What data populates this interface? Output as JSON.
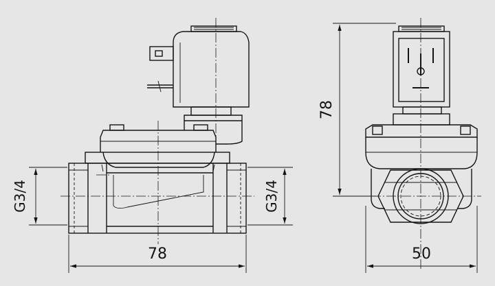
{
  "dimensions": {
    "front_width": "78",
    "front_port_left": "G3/4",
    "front_port_right": "G3/4",
    "side_height": "78",
    "side_width": "50"
  }
}
